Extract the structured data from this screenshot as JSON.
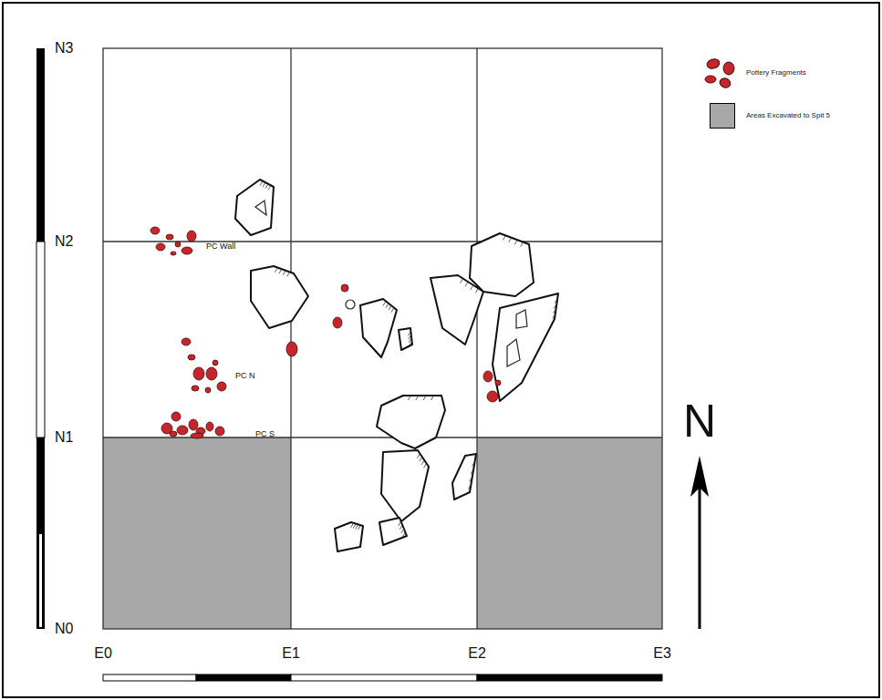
{
  "diagram": {
    "labels": [
      "N3",
      "N2",
      "N1",
      "N0",
      "E0",
      "E1",
      "E2",
      "E3",
      "PC Wall",
      "PC N",
      "PC S",
      "N"
    ],
    "legend": [
      {
        "text": "Pottery Fragments"
      },
      {
        "text": "Areas Excavated to Spit 5",
        "color": "#a8a8a8"
      }
    ]
  }
}
